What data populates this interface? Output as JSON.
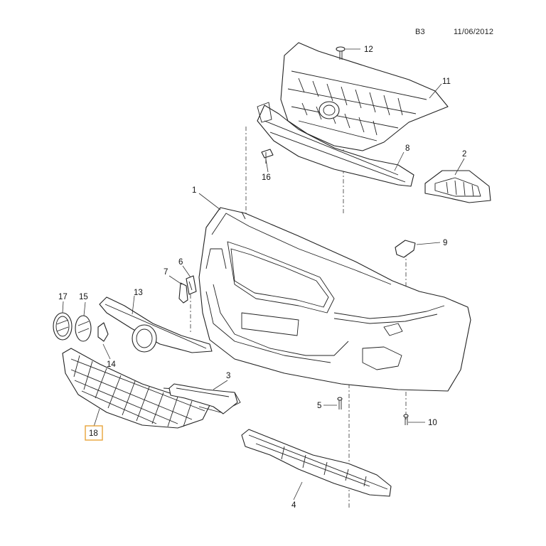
{
  "header": {
    "page_code": "B3",
    "date": "11/06/2012"
  },
  "callouts": [
    {
      "id": "1",
      "label": "1"
    },
    {
      "id": "2",
      "label": "2"
    },
    {
      "id": "3",
      "label": "3"
    },
    {
      "id": "4",
      "label": "4"
    },
    {
      "id": "5",
      "label": "5"
    },
    {
      "id": "6",
      "label": "6"
    },
    {
      "id": "7",
      "label": "7"
    },
    {
      "id": "8",
      "label": "8"
    },
    {
      "id": "9",
      "label": "9"
    },
    {
      "id": "10",
      "label": "10"
    },
    {
      "id": "11",
      "label": "11"
    },
    {
      "id": "12",
      "label": "12"
    },
    {
      "id": "13",
      "label": "13"
    },
    {
      "id": "14",
      "label": "14"
    },
    {
      "id": "15",
      "label": "15"
    },
    {
      "id": "16",
      "label": "16"
    },
    {
      "id": "17",
      "label": "17"
    },
    {
      "id": "18",
      "label": "18",
      "highlighted": true
    }
  ],
  "colors": {
    "line": "#222222",
    "highlight_box": "#e8a43a"
  }
}
